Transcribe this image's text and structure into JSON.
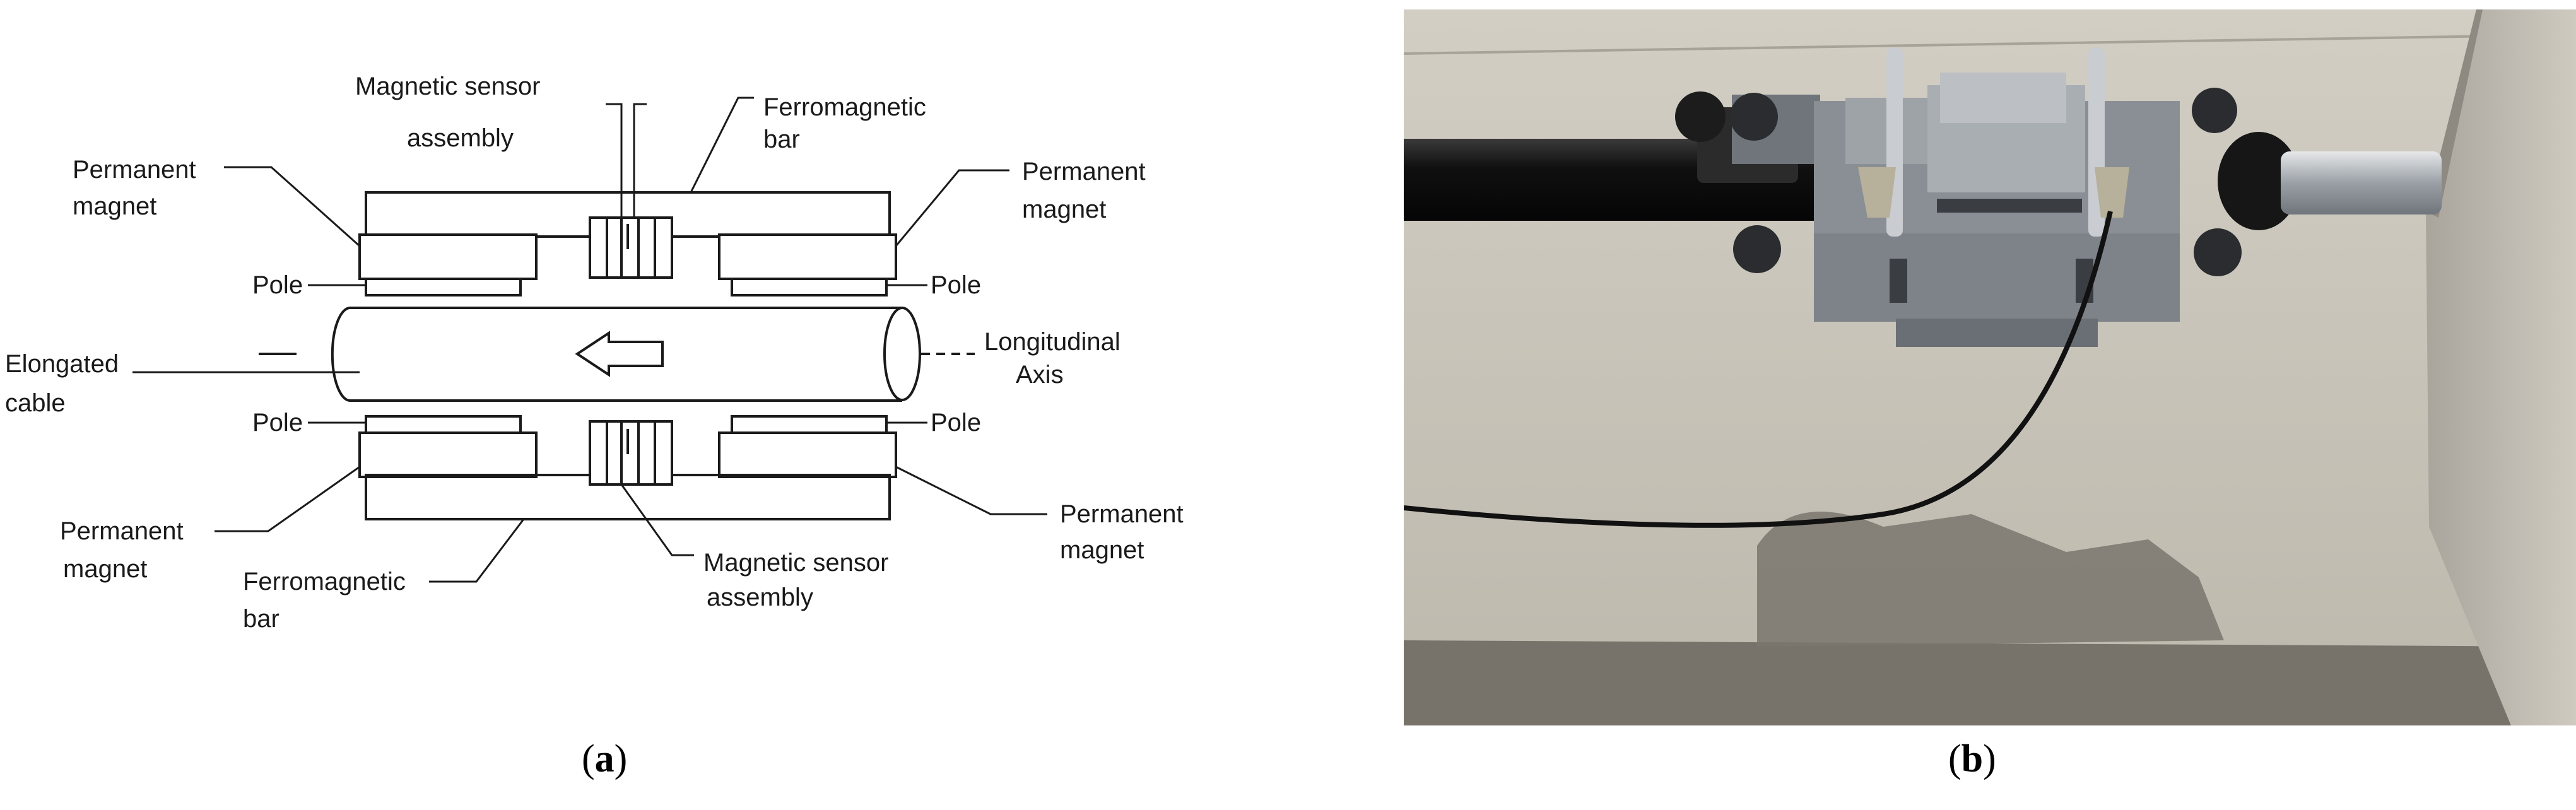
{
  "diagram": {
    "labels": {
      "magnetic_sensor_top_1": "Magnetic sensor",
      "magnetic_sensor_top_2": "assembly",
      "ferromagnetic_top_1": "Ferromagnetic",
      "ferromagnetic_top_2": "bar",
      "permanent_magnet_tl_1": "Permanent",
      "permanent_magnet_tl_2": "magnet",
      "permanent_magnet_tr_1": "Permanent",
      "permanent_magnet_tr_2": "magnet",
      "pole_tl": "Pole",
      "pole_tr": "Pole",
      "elongated_cable_1": "Elongated",
      "elongated_cable_2": "cable",
      "longitudinal_axis_1": "Longitudinal",
      "longitudinal_axis_2": "Axis",
      "pole_bl": "Pole",
      "pole_br": "Pole",
      "permanent_magnet_bl_1": "Permanent",
      "permanent_magnet_bl_2": "magnet",
      "permanent_magnet_br_1": "Permanent",
      "permanent_magnet_br_2": "magnet",
      "ferromagnetic_bottom_1": "Ferromagnetic",
      "ferromagnetic_bottom_2": "bar",
      "magnetic_sensor_bottom_1": "Magnetic sensor",
      "magnetic_sensor_bottom_2": "assembly"
    }
  },
  "captions": {
    "a_letter": "a",
    "b_letter": "b"
  },
  "colors": {
    "line": "#1a1a1a",
    "concrete": "#c9c4b8",
    "shadow": "#6e6a62",
    "pipe": "#141414",
    "device": "#8d9196"
  }
}
